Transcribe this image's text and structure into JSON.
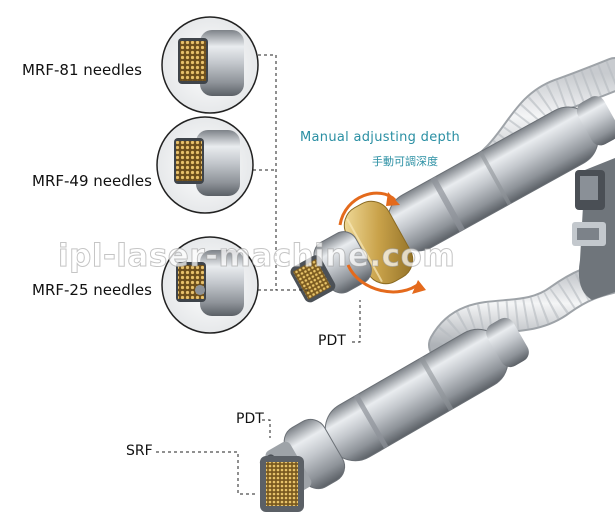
{
  "heads": [
    {
      "label": "MRF-81 needles",
      "icon": "needle-array-icon"
    },
    {
      "label": "MRF-49 needles",
      "icon": "needle-array-icon"
    },
    {
      "label": "MRF-25 needles",
      "icon": "needle-array-icon"
    }
  ],
  "adjust": {
    "label_en": "Manual adjusting depth",
    "label_cn": "手動可調深度"
  },
  "top_handpiece": {
    "tip_label": "PDT"
  },
  "bottom_handpiece": {
    "tip_label": "PDT",
    "head_label": "SRF"
  },
  "watermark": "ipl-laser-machine.com",
  "colors": {
    "accent_text": "#2a8fa3",
    "rotate_arrow": "#e46a1c",
    "gold_ring": "#c9a24a"
  }
}
